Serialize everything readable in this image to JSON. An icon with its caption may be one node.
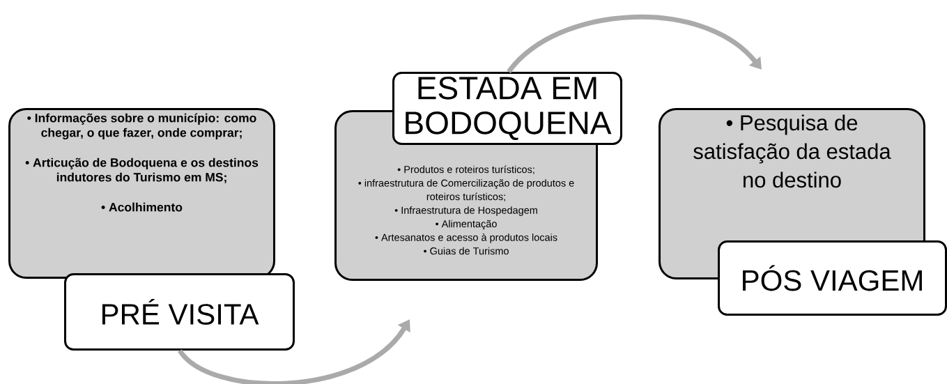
{
  "diagram": {
    "nodes": [
      {
        "text": [
          "• Informações sobre o município: como chegar, o que fazer, onde comprar;",
          "• Articução de Bodoquena e os destinos indutores do Turismo em MS;",
          "• Acolhimento"
        ]
      },
      {
        "text": [
          "PRÉ VISITA"
        ]
      },
      {
        "text": [
          "• Produtos e roteiros turísticos;",
          "• infraestrutura de Comercilização de produtos e roteiros turísticos;",
          "• Infraestrutura de Hospedagem",
          "• Alimentação",
          "• Artesanatos e acesso à produtos locais",
          "• Guias de Turismo"
        ]
      },
      {
        "text": [
          "ESTADA EM BODOQUENA"
        ]
      },
      {
        "text": [
          "• Pesquisa de satisfação da estada no destino"
        ]
      },
      {
        "text": [
          "PÓS VIAGEM"
        ]
      }
    ],
    "edges": [
      {
        "from": 1,
        "to": 2,
        "arrow": "to"
      },
      {
        "from": 3,
        "to": 4,
        "arrow": "to"
      }
    ]
  }
}
